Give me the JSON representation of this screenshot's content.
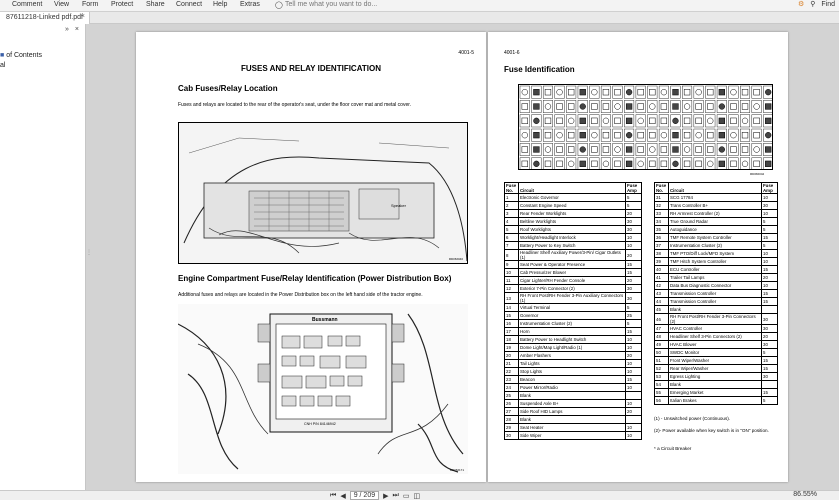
{
  "menubar": {
    "items": [
      "Comment",
      "View",
      "Form",
      "Protect",
      "Share",
      "Connect",
      "Help",
      "Extras"
    ],
    "tell_me": "Tell me what you want to do...",
    "find_label": "Find"
  },
  "tab": {
    "title": "87611218-Linked pdf.pdf"
  },
  "sidebar": {
    "items": [
      "of Contents",
      "al"
    ]
  },
  "page1": {
    "page_number": "4001-5",
    "title": "FUSES AND RELAY IDENTIFICATION",
    "section1_heading": "Cab Fuses/Relay Location",
    "section1_text": "Fuses and relays are located to the rear of the operator's seat, under the floor cover mat and metal cover.",
    "fig1_label": "Speaker",
    "fig1_code": "RD08J040",
    "section2_heading": "Engine Compartment Fuse/Relay Identification (Power Distribution Box)",
    "section2_text": "Additional fuses and relays are located in the Power Distribution box on the left hand side of the tractor engine.",
    "fig2_brand": "Bussmann",
    "fig2_part": "CNH P/N 84146942",
    "fig2_code": "RD08J171"
  },
  "page2": {
    "page_number": "4001-6",
    "heading": "Fuse Identification",
    "fig_code": "RD08J042",
    "col_fuse_no": "Fuse No.",
    "col_circuit": "Circuit",
    "col_fuse_amp": "Fuse Amp",
    "left_table": [
      [
        "1",
        "Electronic Governor",
        "5"
      ],
      [
        "2",
        "Constant Engine Speed",
        "5"
      ],
      [
        "3",
        "Rear Fender Worklights",
        "20"
      ],
      [
        "4",
        "Beltline Worklights",
        "30"
      ],
      [
        "5",
        "Roof Worklights",
        "30"
      ],
      [
        "6",
        "Worklight/Headlight Interlock",
        "10"
      ],
      [
        "7",
        "Battery Power to Key Switch",
        "10"
      ],
      [
        "8",
        "Headliner Shelf Auxiliary Power/3-Pin/ Cigar Outlets (1)",
        "20"
      ],
      [
        "9",
        "Seat Power & Operator Presence",
        "15"
      ],
      [
        "10",
        "Cab Pressurizer Blower",
        "15"
      ],
      [
        "11",
        "Cigar Lighter/RH Fender Console",
        "20"
      ],
      [
        "12",
        "Exterior 7-Pin Connector (2)",
        "30"
      ],
      [
        "13",
        "RH Front Post/RH Fender 3-Pin Auxiliary Connectors (1)",
        "30"
      ],
      [
        "14",
        "Virtual Terminal",
        "5"
      ],
      [
        "15",
        "Governor",
        "25"
      ],
      [
        "16",
        "Instrumentation Cluster (2)",
        "5"
      ],
      [
        "17",
        "Horn",
        "15"
      ],
      [
        "18",
        "Battery Power to Headlight Switch",
        "10"
      ],
      [
        "19",
        "Dome Light/Map Light/Radio (1)",
        "10"
      ],
      [
        "20",
        "Amber Flashers",
        "20"
      ],
      [
        "21",
        "Tail Lights",
        "10"
      ],
      [
        "22",
        "Stop Lights",
        "10"
      ],
      [
        "23",
        "Beacon",
        "15"
      ],
      [
        "24",
        "Power Mirror/Radio",
        "10"
      ],
      [
        "25",
        "Blank",
        ""
      ],
      [
        "26",
        "Suspended Axle B+",
        "10"
      ],
      [
        "27",
        "Side Roof HID Lamps",
        "20"
      ],
      [
        "28",
        "Blank",
        ""
      ],
      [
        "29",
        "Seat Heater",
        "10"
      ],
      [
        "30",
        "Side Wiper",
        "10"
      ]
    ],
    "right_table": [
      [
        "31",
        "SCG 17784",
        "10"
      ],
      [
        "32",
        "Trans Controller B+",
        "30"
      ],
      [
        "33",
        "RH Armrest Controller (2)",
        "10"
      ],
      [
        "34",
        "True Ground Radar",
        "5"
      ],
      [
        "35",
        "Autoguidance",
        "5"
      ],
      [
        "36",
        "TMF Remote System Controller",
        "15"
      ],
      [
        "37",
        "Instrumentation Cluster (2)",
        "5"
      ],
      [
        "38",
        "TMF PTO/Diff Lock/MFD System",
        "10"
      ],
      [
        "39",
        "TMF Hitch System Controller",
        "10"
      ],
      [
        "40",
        "ECU Controller",
        "15"
      ],
      [
        "41",
        "Trailer Tail Lamps",
        "20"
      ],
      [
        "42",
        "Data Bus Diagnostic Connector",
        "10"
      ],
      [
        "43",
        "Transmission Controller",
        "15"
      ],
      [
        "44",
        "Transmission Controller",
        "15"
      ],
      [
        "45",
        "Blank",
        ""
      ],
      [
        "46",
        "RH Front Post/RH Fender 3-Pin Connectors (2)",
        "30"
      ],
      [
        "47",
        "HVAC Controller",
        "30"
      ],
      [
        "48",
        "Headliner Shelf 3-Pin Connectors (2)",
        "20"
      ],
      [
        "49",
        "HVAC Blower",
        "30"
      ],
      [
        "50",
        "SWDC Monitor",
        "5"
      ],
      [
        "51",
        "Front Wiper/Washer",
        "15"
      ],
      [
        "52",
        "Rear Wiper/Washer",
        "15"
      ],
      [
        "53",
        "Egress Lighting",
        "30"
      ],
      [
        "54",
        "Blank",
        ""
      ],
      [
        "55",
        "Emerging Market",
        "15"
      ],
      [
        "56",
        "Italian Brakes",
        "5"
      ]
    ],
    "note1": "(1) - Unswitched power (Continuous).",
    "note2": "(2)- Power available when key switch is in \"ON\" position.",
    "note3": "* a Circuit Breaker"
  },
  "status": {
    "page_field": "9 / 209",
    "zoom": "86.55%"
  }
}
